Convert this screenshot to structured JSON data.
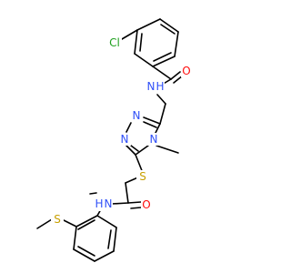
{
  "colors": {
    "background": "#ffffff",
    "bond": "#000000",
    "carbon": "#000000",
    "nitrogen": "#3050f8",
    "oxygen": "#ff0d0d",
    "sulfur": "#c8a000",
    "chlorine": "#1fa01f"
  },
  "molecule": {
    "atoms": [
      {
        "id": "cl",
        "label": "Cl",
        "element": "chlorine"
      },
      {
        "id": "o1",
        "label": "O",
        "element": "oxygen"
      },
      {
        "id": "nh1",
        "label": "H",
        "element": "nitrogen",
        "sub": "N"
      },
      {
        "id": "n1",
        "label": "N",
        "element": "nitrogen"
      },
      {
        "id": "n2",
        "label": "N",
        "element": "nitrogen"
      },
      {
        "id": "n4",
        "label": "N",
        "element": "nitrogen"
      },
      {
        "id": "s1",
        "label": "S",
        "element": "sulfur"
      },
      {
        "id": "o2",
        "label": "O",
        "element": "oxygen"
      },
      {
        "id": "nh2",
        "label": "N",
        "element": "nitrogen",
        "prefix": "H"
      },
      {
        "id": "s2",
        "label": "S",
        "element": "sulfur"
      }
    ]
  }
}
